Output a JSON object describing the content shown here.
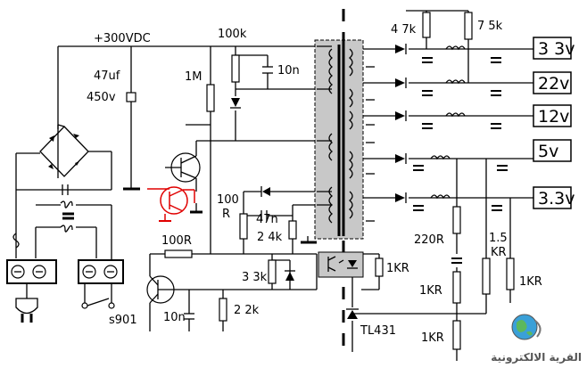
{
  "labels": {
    "supply": "+300VDC",
    "r_100k": "100k",
    "c_47uf": "47uf",
    "c_450v": "450v",
    "r_1m": "1M",
    "c_10n_top": "10n",
    "r_100r_a": "100",
    "r_100r_b": "R",
    "c_47n": "47n",
    "r_24k": "2 4k",
    "r_100r": "100R",
    "r_33k": "3 3k",
    "c_10n_bot": "10n",
    "r_22k": "2 2k",
    "switch": "s901",
    "r_47k": "4 7k",
    "r_75k": "7 5k",
    "r_220r": "220R",
    "r_15kr_a": "1.5",
    "r_15kr_b": "KR",
    "r_1kr_opto": "1KR",
    "r_1kr_mid": "1KR",
    "r_1kr_right": "1KR",
    "r_1kr_bot": "1KR",
    "ic_tl431": "TL431"
  },
  "outputs": [
    "3 3v",
    "22v",
    "12v",
    "5v",
    "3.3v"
  ],
  "logo_text": "القرية الالكترونية",
  "colors": {
    "wire": "#000000",
    "highlight": "#e00000",
    "transformer_fill": "#c8c8c8",
    "logo": "#555555"
  }
}
